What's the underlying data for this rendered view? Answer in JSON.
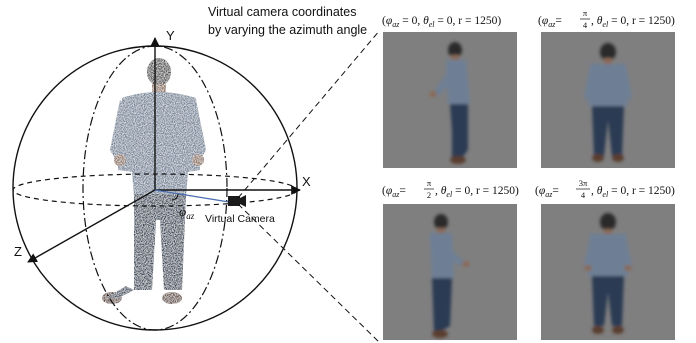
{
  "heading": {
    "line1": "Virtual camera coordinates",
    "line2": "by varying the azimuth angle"
  },
  "axes": {
    "y": "Y",
    "x": "X",
    "z": "Z"
  },
  "annotations": {
    "phi_symbol": "φ",
    "phi_subscript": "az",
    "camera_label": "Virtual Camera"
  },
  "panels": [
    {
      "az": "0",
      "el": "0",
      "r": "1250",
      "view": "side-facing-left"
    },
    {
      "az_num": "π",
      "az_den": "4",
      "el": "0",
      "r": "1250",
      "view": "back"
    },
    {
      "az_num": "π",
      "az_den": "2",
      "el": "0",
      "r": "1250",
      "view": "side-facing-right"
    },
    {
      "az_num": "3π",
      "az_den": "4",
      "el": "0",
      "r": "1250",
      "view": "front"
    }
  ],
  "symbols": {
    "phi": "φ",
    "theta": "θ",
    "az": "az",
    "el": "el",
    "r": "r",
    "equals": "=",
    "comma": ",",
    "open": "(",
    "close": ")"
  },
  "colors": {
    "panel_background": "#7f7f80",
    "shirt": "#6e7f95",
    "jeans": "#2b3a52",
    "skin": "#8a6a58",
    "hair": "#2a2a2a",
    "camera_ray": "#4a6fb0"
  }
}
